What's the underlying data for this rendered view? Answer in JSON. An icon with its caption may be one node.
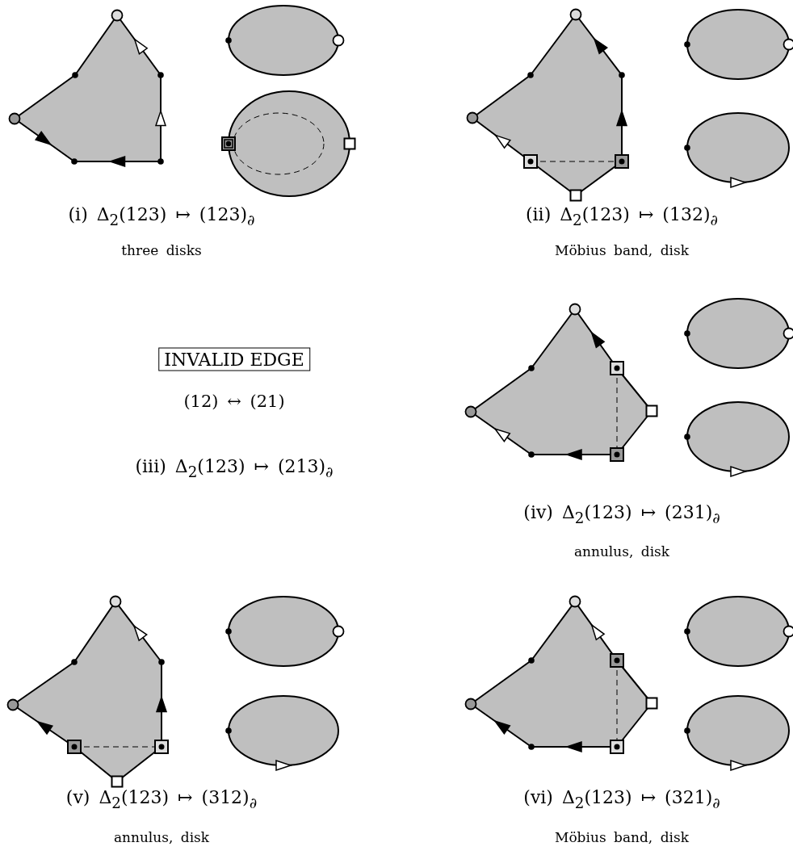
{
  "diagram": {
    "nodes": [
      {
        "text": [
          "INVALID EDGE"
        ]
      }
    ],
    "labels": [
      "(i) Δ$_{2}$(123) ↦ (123)$_{∂}$",
      "(ii) Δ$_{2}$(123) ↦ (132)$_{∂}$",
      "three disks",
      "Möbius band, disk",
      "(12) ↔ (21)",
      "(iii) Δ$_{2}$(123) ↦ (213)$_{∂}$",
      "(iv) Δ$_{2}$(123) ↦ (231)$_{∂}$",
      "annulus, disk",
      "(v) Δ$_{2}$(123) ↦ (312)$_{∂}$",
      "(vi) Δ$_{2}$(123) ↦ (321)$_{∂}$",
      "annulus, disk",
      "Möbius band, disk"
    ]
  }
}
